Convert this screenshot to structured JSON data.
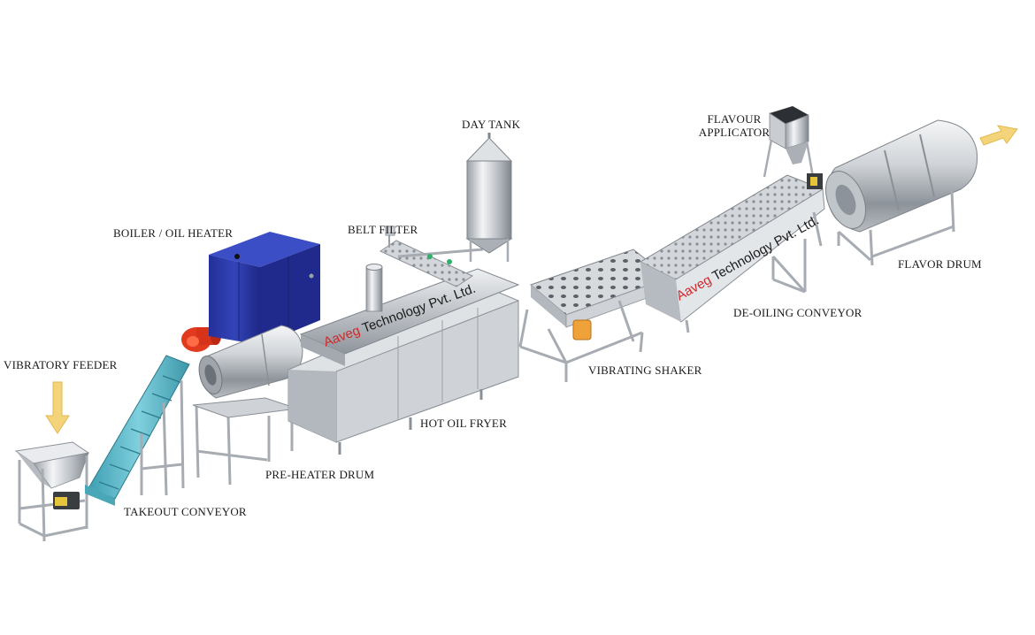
{
  "labels": {
    "vibratory_feeder": "VIBRATORY FEEDER",
    "takeout_conveyor": "TAKEOUT CONVEYOR",
    "boiler_oil_heater": "BOILER / OIL HEATER",
    "pre_heater_drum": "PRE-HEATER DRUM",
    "belt_filter": "BELT FILTER",
    "day_tank": "DAY TANK",
    "hot_oil_fryer": "HOT OIL FRYER",
    "vibrating_shaker": "VIBRATING SHAKER",
    "flavour_applicator_line1": "FLAVOUR",
    "flavour_applicator_line2": "APPLICATOR",
    "de_oiling_conveyor": "DE-OILING CONVEYOR",
    "flavor_drum": "FLAVOR DRUM"
  },
  "branding": {
    "name_red": "Aaveg",
    "name_rest": " Technology Pvt. Ltd."
  },
  "colors": {
    "steel": "#c9cdd2",
    "boiler": "#2b3aa8",
    "blower": "#e23a1e",
    "conveyor": "#5fb9c9",
    "arrow": "#f4d47a",
    "brand_red": "#d0282a",
    "motor": "#f0a23a"
  }
}
